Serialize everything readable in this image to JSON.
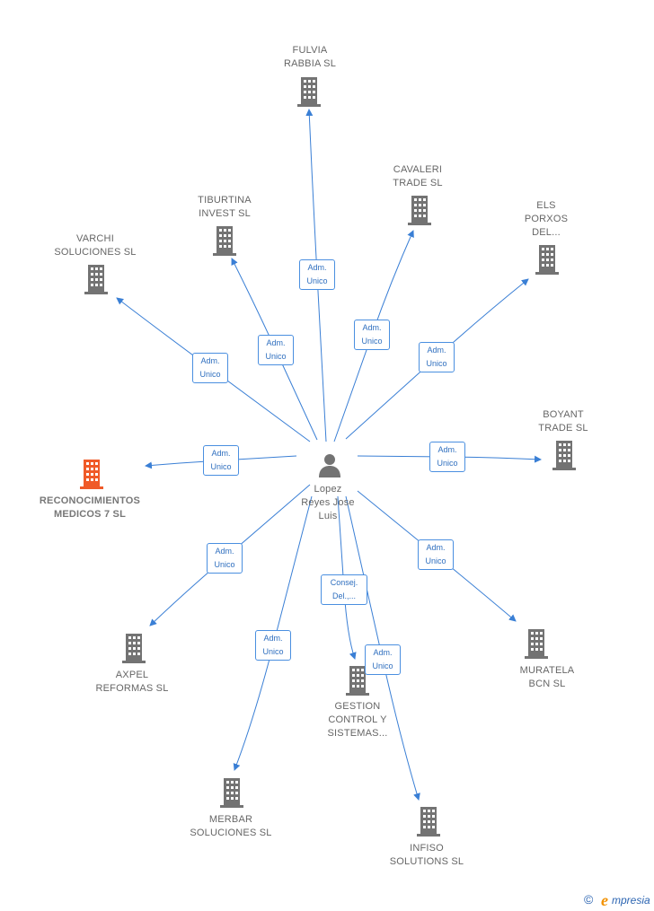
{
  "center": {
    "name_lines": [
      "Lopez",
      "Reyes Jose",
      "Luis"
    ]
  },
  "nodes": [
    {
      "id": "fulvia",
      "lines": [
        "FULVIA",
        "RABBIA  SL"
      ],
      "edge": [
        "Adm.",
        "Unico"
      ]
    },
    {
      "id": "cavaleri",
      "lines": [
        "CAVALERI",
        "TRADE SL"
      ],
      "edge": [
        "Adm.",
        "Unico"
      ]
    },
    {
      "id": "els-porxos",
      "lines": [
        "ELS",
        "PORXOS",
        "DEL..."
      ],
      "edge": [
        "Adm.",
        "Unico"
      ]
    },
    {
      "id": "tiburtina",
      "lines": [
        "TIBURTINA",
        "INVEST SL"
      ],
      "edge": [
        "Adm.",
        "Unico"
      ]
    },
    {
      "id": "varchi",
      "lines": [
        "VARCHI",
        "SOLUCIONES SL"
      ],
      "edge": [
        "Adm.",
        "Unico"
      ]
    },
    {
      "id": "reconocimientos",
      "lines": [
        "RECONOCIMIENTOS",
        "MEDICOS 7 SL"
      ],
      "edge": [
        "Adm.",
        "Unico"
      ],
      "highlight": true
    },
    {
      "id": "boyant",
      "lines": [
        "BOYANT",
        "TRADE SL"
      ],
      "edge": [
        "Adm.",
        "Unico"
      ]
    },
    {
      "id": "axpel",
      "lines": [
        "AXPEL",
        "REFORMAS SL"
      ],
      "edge": [
        "Adm.",
        "Unico"
      ]
    },
    {
      "id": "muratela",
      "lines": [
        "MURATELA",
        "BCN SL"
      ],
      "edge": [
        "Adm.",
        "Unico"
      ]
    },
    {
      "id": "gestion",
      "lines": [
        "GESTION",
        "CONTROL Y",
        "SISTEMAS..."
      ],
      "edge": [
        "Consej.",
        "Del.,..."
      ]
    },
    {
      "id": "merbar",
      "lines": [
        "MERBAR",
        "SOLUCIONES SL"
      ],
      "edge": [
        "Adm.",
        "Unico"
      ]
    },
    {
      "id": "infiso",
      "lines": [
        "INFISO",
        "SOLUTIONS SL"
      ],
      "edge": [
        "Adm.",
        "Unico"
      ]
    }
  ],
  "colors": {
    "edge": "#3a7fd5",
    "building": "#737373",
    "building_highlight": "#f05a28",
    "person": "#737373"
  },
  "footer": {
    "copyright": "©",
    "brand_initial": "e",
    "brand_rest": "mpresia"
  }
}
